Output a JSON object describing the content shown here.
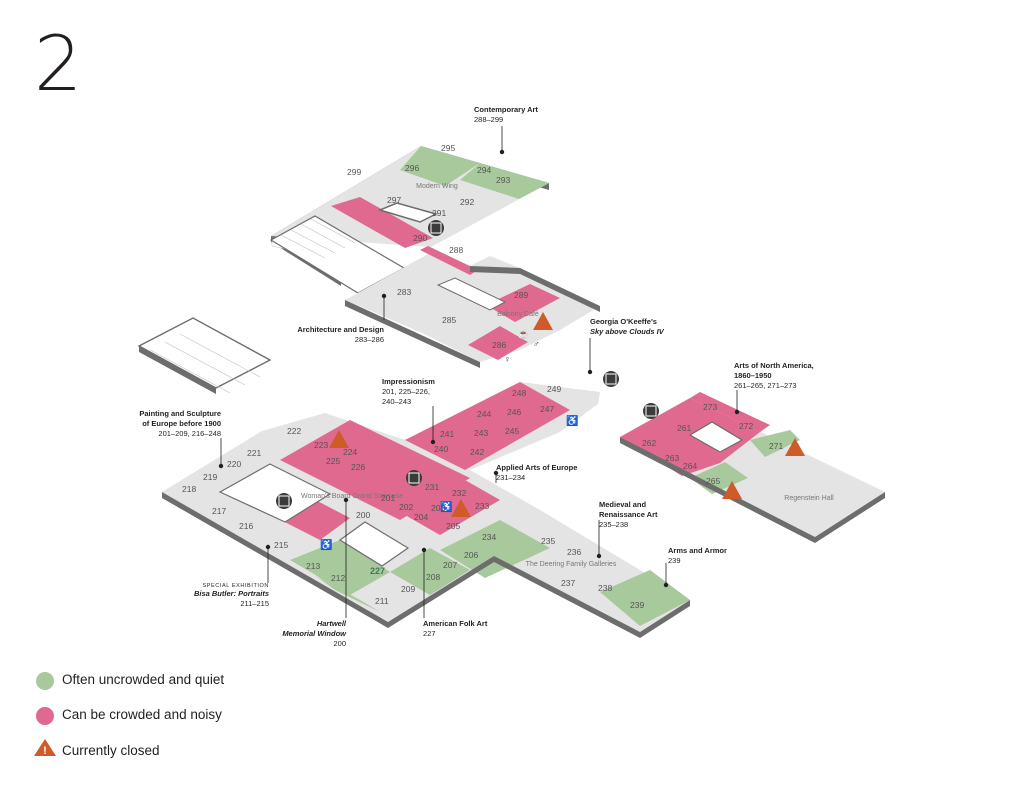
{
  "floor": {
    "number": "2"
  },
  "colors": {
    "quiet": "#a8c99c",
    "crowded": "#e0698f",
    "closed": "#cf5a2a",
    "floor": "#e4e4e4",
    "wall": "#6d6d6d"
  },
  "legend": {
    "quiet_label": "Often uncrowded and quiet",
    "crowded_label": "Can be crowded and noisy",
    "closed_label": "Currently closed"
  },
  "areas": {
    "modern_wing": "Modern Wing",
    "balcony_cafe": "Balcony Café",
    "grand_staircase": "Woman's Board Grand Staircase",
    "deering": "The Deering Family Galleries",
    "regenstein": "Regenstein Hall"
  },
  "rooms": {
    "quiet": [
      "295",
      "294",
      "293",
      "271",
      "265",
      "213",
      "212",
      "211",
      "227",
      "209",
      "208",
      "207",
      "206",
      "234",
      "239"
    ],
    "crowded": [
      "289",
      "286",
      "248",
      "249",
      "244",
      "246",
      "247",
      "241",
      "243",
      "245",
      "240",
      "242",
      "223",
      "224",
      "225",
      "226",
      "201",
      "202",
      "203",
      "204",
      "205",
      "231",
      "232",
      "233",
      "200",
      "273",
      "261",
      "272",
      "262",
      "263",
      "264"
    ],
    "neutral": [
      "299",
      "296",
      "297",
      "292",
      "291",
      "290",
      "288",
      "283",
      "285",
      "222",
      "221",
      "220",
      "219",
      "218",
      "217",
      "216",
      "215",
      "235",
      "236",
      "237",
      "238"
    ]
  },
  "callouts": {
    "contemporary": {
      "title": "Contemporary Art",
      "range": "288–299"
    },
    "architecture": {
      "title": "Architecture and Design",
      "range": "283–286"
    },
    "okeeffe": {
      "title": "Georgia O'Keeffe's",
      "subtitle": "Sky above Clouds IV"
    },
    "impressionism": {
      "title": "Impressionism",
      "range_line1": "201, 225–226,",
      "range_line2": "240–243"
    },
    "painting_europe": {
      "title_line1": "Painting and Sculpture",
      "title_line2": "of Europe before 1900",
      "range": "201–209, 216–248"
    },
    "north_america": {
      "title_line1": "Arts of North America,",
      "title_line2": "1860–1950",
      "range": "261–265, 271–273"
    },
    "applied_arts": {
      "title": "Applied Arts of Europe",
      "range": "231–234"
    },
    "medieval": {
      "title_line1": "Medieval and",
      "title_line2": "Renaissance Art",
      "range": "235–238"
    },
    "arms_armor": {
      "title": "Arms and Armor",
      "range": "239"
    },
    "special_exhibition": {
      "label": "SPECIAL EXHIBITION",
      "title": "Bisa Butler: Portraits",
      "range": "211–215"
    },
    "hartwell": {
      "title_line1": "Hartwell",
      "title_line2": "Memorial Window",
      "range": "200"
    },
    "american_folk": {
      "title": "American Folk Art",
      "range": "227"
    }
  }
}
